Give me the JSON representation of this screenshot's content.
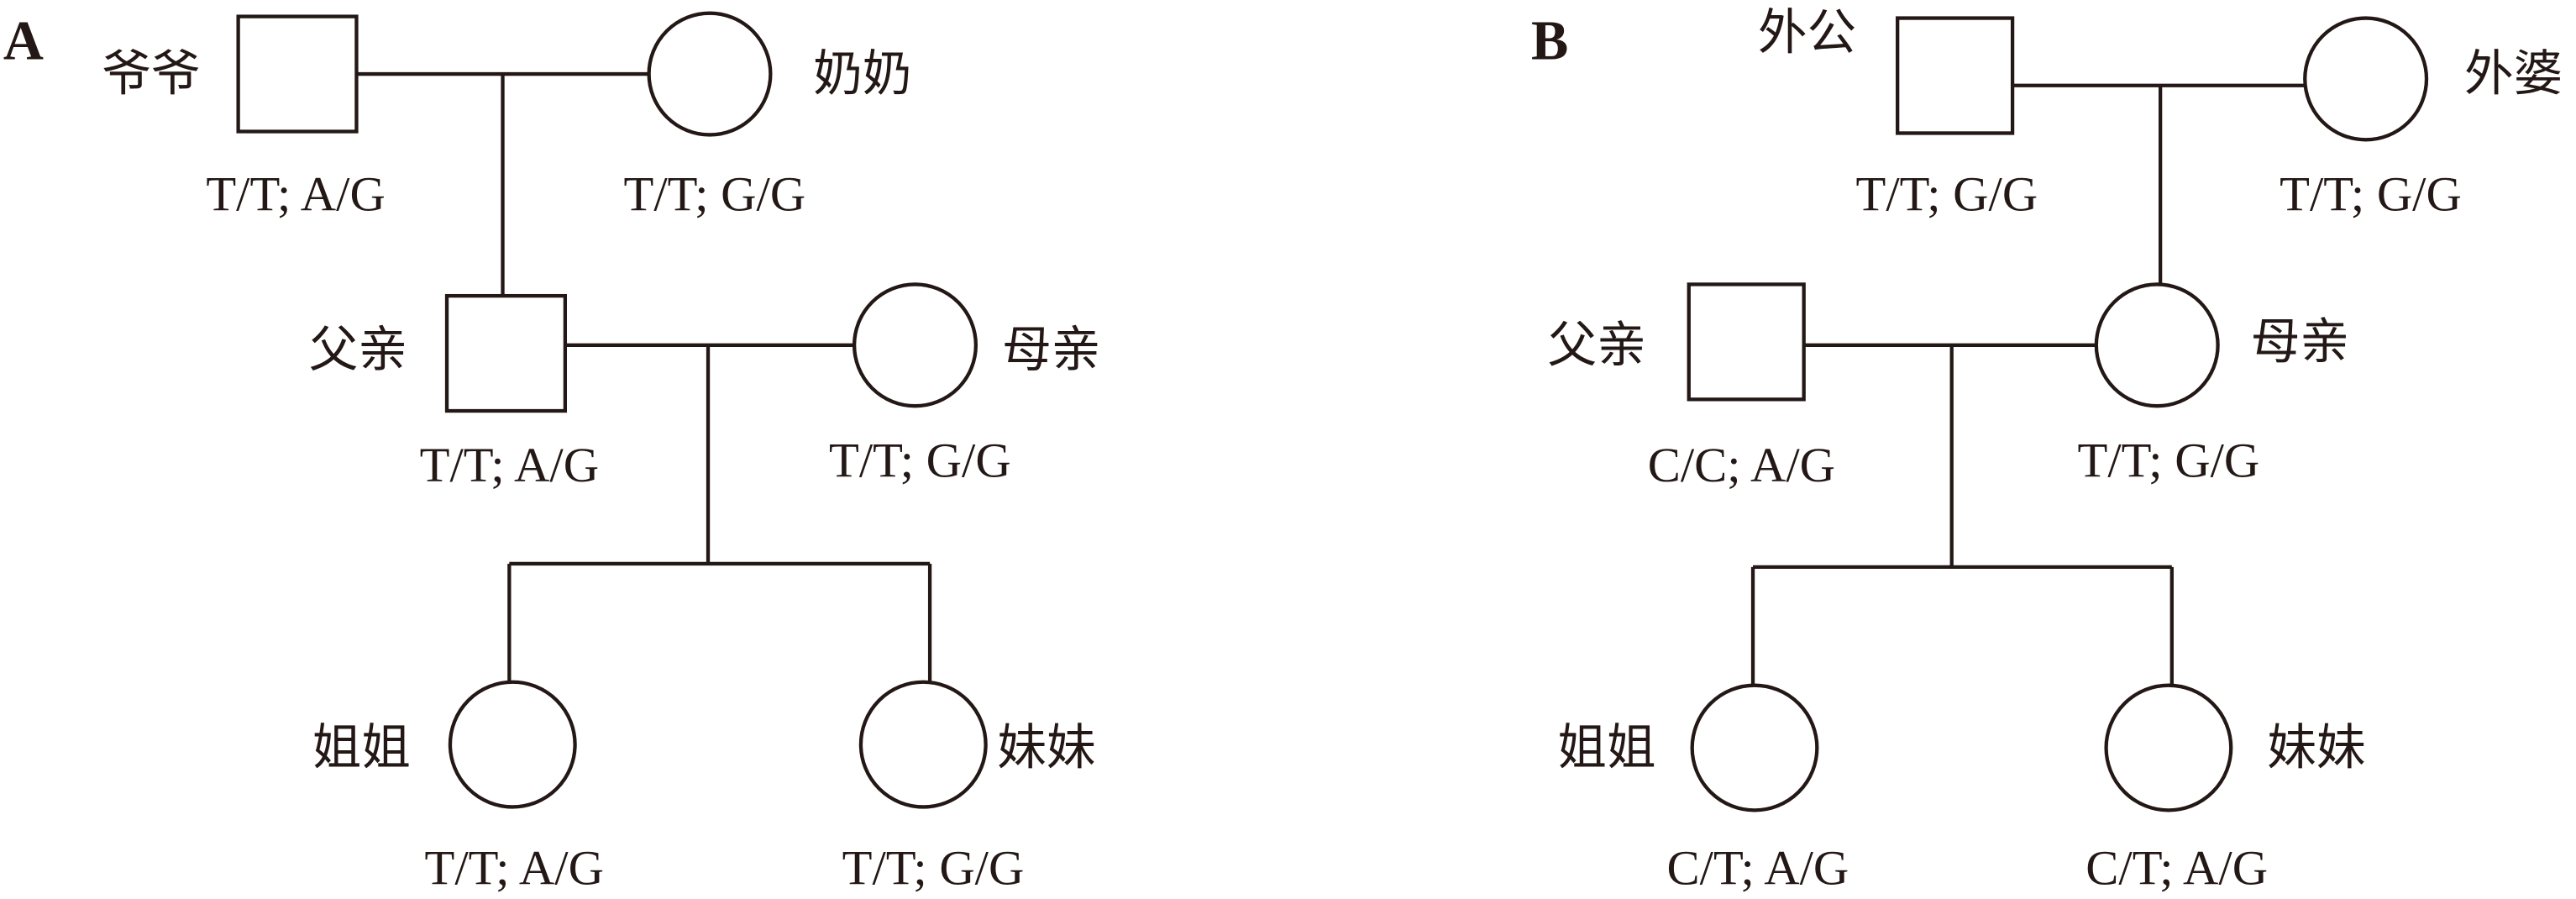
{
  "panels": [
    {
      "label": "A",
      "members": {
        "grandfather": {
          "name": "爷爷",
          "genotype": "T/T; A/G",
          "sex": "male"
        },
        "grandmother": {
          "name": "奶奶",
          "genotype": "T/T; G/G",
          "sex": "female"
        },
        "father": {
          "name": "父亲",
          "genotype": "T/T; A/G",
          "sex": "male"
        },
        "mother": {
          "name": "母亲",
          "genotype": "T/T; G/G",
          "sex": "female"
        },
        "elder_sister": {
          "name": "姐姐",
          "genotype": "T/T; A/G",
          "sex": "female"
        },
        "younger_sister": {
          "name": "妹妹",
          "genotype": "T/T; G/G",
          "sex": "female"
        }
      }
    },
    {
      "label": "B",
      "members": {
        "grandfather": {
          "name": "外公",
          "genotype": "T/T; G/G",
          "sex": "male"
        },
        "grandmother": {
          "name": "外婆",
          "genotype": "T/T; G/G",
          "sex": "female"
        },
        "father": {
          "name": "父亲",
          "genotype": "C/C; A/G",
          "sex": "male"
        },
        "mother": {
          "name": "母亲",
          "genotype": "T/T; G/G",
          "sex": "female"
        },
        "elder_sister": {
          "name": "姐姐",
          "genotype": "C/T; A/G",
          "sex": "female"
        },
        "younger_sister": {
          "name": "妹妹",
          "genotype": "C/T; A/G",
          "sex": "female"
        }
      }
    }
  ]
}
